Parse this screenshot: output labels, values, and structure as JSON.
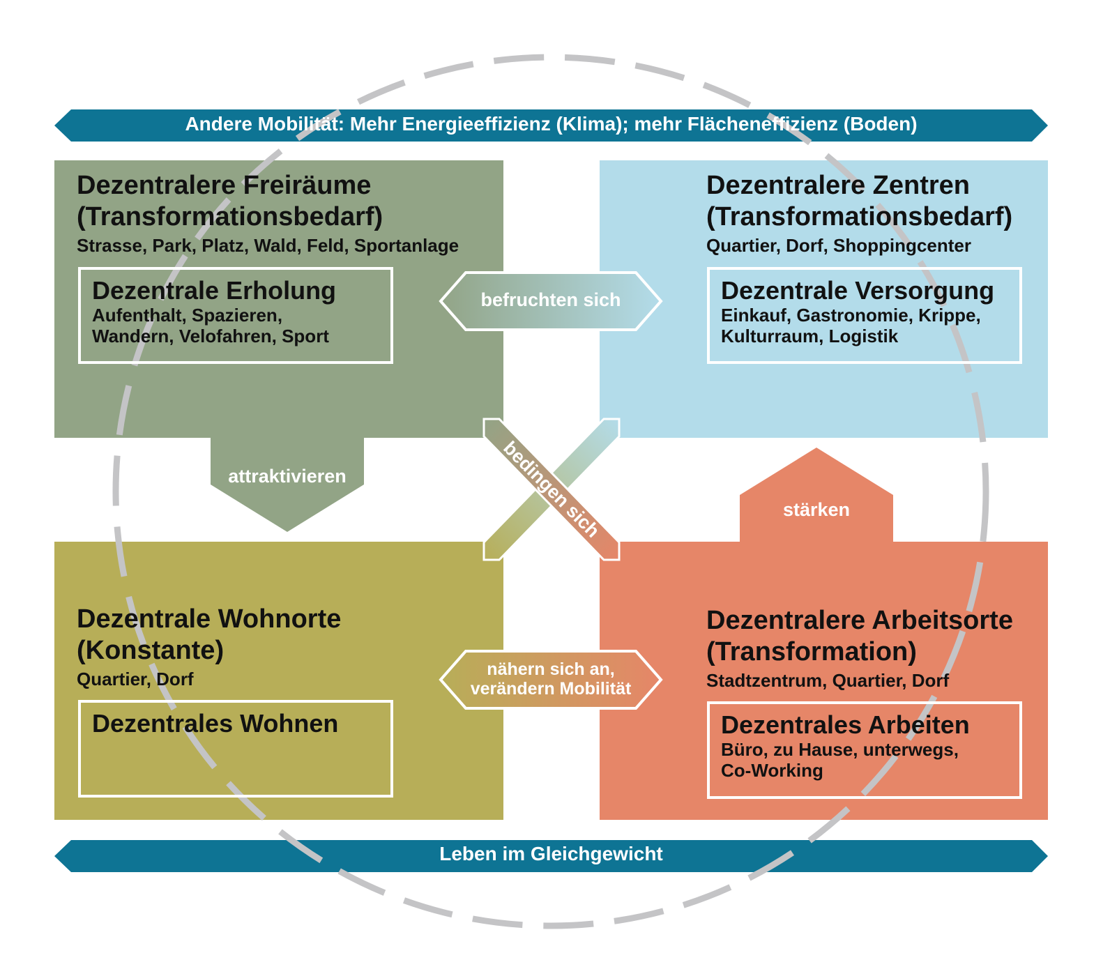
{
  "colors": {
    "banner": "#0e7494",
    "freiraeume": "#92a486",
    "zentren": "#b3dcea",
    "wohnorte": "#b7ae58",
    "arbeitsorte": "#e68668",
    "circle": "#c4c4c6"
  },
  "top_banner": "Andere Mobilität: Mehr Energieeffizienz (Klima); mehr Flächeneffizienz (Boden)",
  "bottom_banner": "Leben im Gleichgewicht",
  "quadrants": {
    "freiraeume": {
      "title_line1": "Dezentralere Freiräume",
      "title_line2": "(Transformationsbedarf)",
      "subtitle": "Strasse, Park, Platz, Wald, Feld, Sportanlage",
      "box_title": "Dezentrale Erholung",
      "box_line1": "Aufenthalt, Spazieren,",
      "box_line2": "Wandern, Velofahren, Sport"
    },
    "zentren": {
      "title_line1": "Dezentralere Zentren",
      "title_line2": "(Transformationsbedarf)",
      "subtitle": "Quartier, Dorf, Shoppingcenter",
      "box_title": "Dezentrale Versorgung",
      "box_line1": "Einkauf, Gastronomie, Krippe,",
      "box_line2": "Kulturraum, Logistik"
    },
    "wohnorte": {
      "title_line1": "Dezentrale Wohnorte",
      "title_line2": "(Konstante)",
      "subtitle": "Quartier, Dorf",
      "box_title": "Dezentrales Wohnen"
    },
    "arbeitsorte": {
      "title_line1": "Dezentralere Arbeitsorte",
      "title_line2": "(Transformation)",
      "subtitle": "Stadtzentrum, Quartier, Dorf",
      "box_title": "Dezentrales Arbeiten",
      "box_line1": "Büro, zu Hause, unterwegs,",
      "box_line2": "Co-Working"
    }
  },
  "connectors": {
    "befruchten": "befruchten sich",
    "attraktivieren": "attraktivieren",
    "staerken": "stärken",
    "bedingen": "bedingen sich",
    "naehern_line1": "nähern sich an,",
    "naehern_line2": "verändern Mobilität"
  }
}
